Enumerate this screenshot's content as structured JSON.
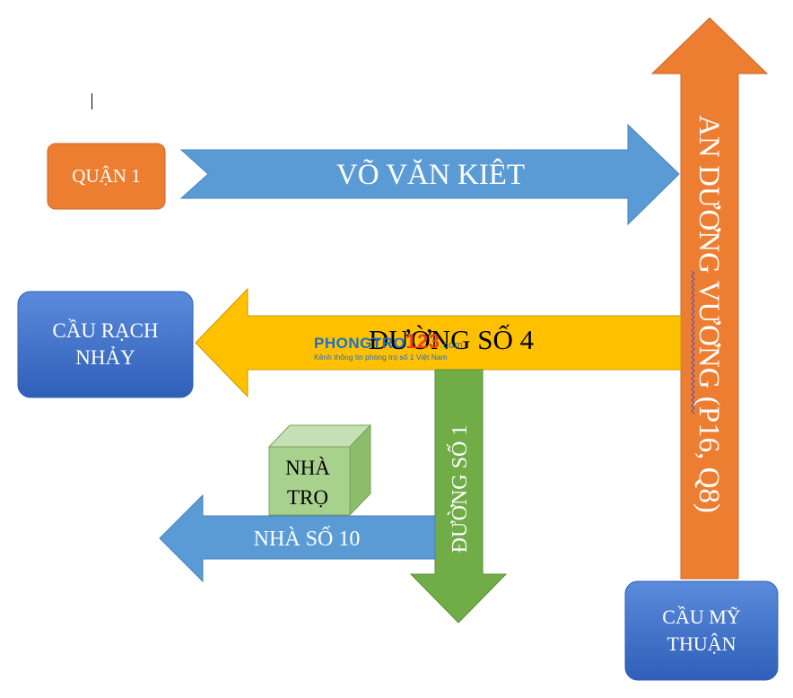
{
  "diagram": {
    "nodes": {
      "quan1": "QUẬN 1",
      "cau_rach_nhay": [
        "CẦU RẠCH",
        "NHẢY"
      ],
      "cau_my_thuan": [
        "CẦU MỸ",
        "THUẬN"
      ],
      "nha_tro": [
        "NHÀ",
        "TRỌ"
      ]
    },
    "arrows": {
      "vo_van_kiet": "VÕ VĂN KIÊT",
      "an_duong_vuong": "AN DƯƠNG VƯƠNG (P16, Q8)",
      "duong_so_4": "ĐƯỜNG SỐ 4",
      "duong_so_1": "ĐƯỜNG SỐ 1",
      "nha_so_10": "NHÀ SỐ 10"
    },
    "watermark": {
      "brand": "PHONGTRO",
      "brand_number": "123",
      "brand_suffix": ".com",
      "tagline": "Kênh thông tin phòng trọ số 1 Việt Nam"
    },
    "colors": {
      "orange": "#ED7D31",
      "blue_arrow": "#5B9BD5",
      "yellow": "#FFC000",
      "green": "#70AD47",
      "blue_box": "#4472C4",
      "light_green": "#A9D18E"
    }
  }
}
